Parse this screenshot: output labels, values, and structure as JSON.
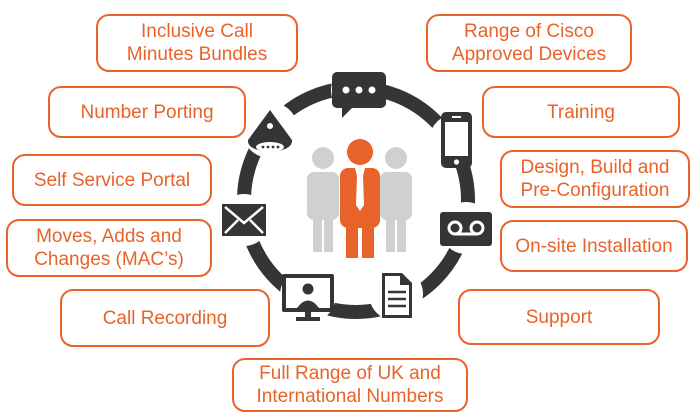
{
  "colors": {
    "accent": "#e8632a",
    "ring": "#333536",
    "people_grey": "#cfd1d1"
  },
  "center": {
    "icon": "business-team-icon"
  },
  "ring_icons": [
    "chat-bubble-icon",
    "smartphone-icon",
    "voicemail-icon",
    "document-icon",
    "video-call-icon",
    "envelope-icon",
    "conference-phone-icon"
  ],
  "services": [
    {
      "label": "Inclusive Call\nMinutes Bundles"
    },
    {
      "label": "Range of Cisco\nApproved Devices"
    },
    {
      "label": "Number Porting"
    },
    {
      "label": "Training"
    },
    {
      "label": "Design, Build and\nPre-Configuration"
    },
    {
      "label": "Self Service Portal"
    },
    {
      "label": "Moves, Adds and\nChanges (MAC’s)"
    },
    {
      "label": "On-site Installation"
    },
    {
      "label": "Call Recording"
    },
    {
      "label": "Support"
    },
    {
      "label": "Full Range of UK and\nInternational Numbers"
    }
  ]
}
